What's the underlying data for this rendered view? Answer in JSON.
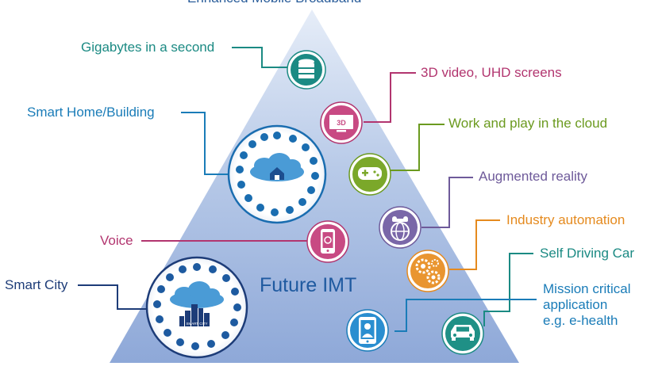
{
  "top_title": "Enhanced Mobile Broadband",
  "center_title": "Future IMT",
  "colors": {
    "teal": "#1b8a83",
    "magenta": "#b2356f",
    "green": "#6b9a1f",
    "purple": "#6e5a9a",
    "orange": "#e58a1e",
    "blue": "#1a7cb8",
    "navy": "#1d3c78"
  },
  "labels": {
    "gigabytes": "Gigabytes in a second",
    "video": "3D video, UHD screens",
    "smart_home": "Smart Home/Building",
    "cloud": "Work and play in the cloud",
    "ar": "Augmented reality",
    "voice": "Voice",
    "industry": "Industry automation",
    "self_driving": "Self Driving Car",
    "smart_city": "Smart City",
    "mission_line1": "Mission critical",
    "mission_line2": "application",
    "mission_line3": "e.g. e-health"
  },
  "icons": {
    "screen_text": "3D",
    "city_text": "SMART CITY"
  }
}
